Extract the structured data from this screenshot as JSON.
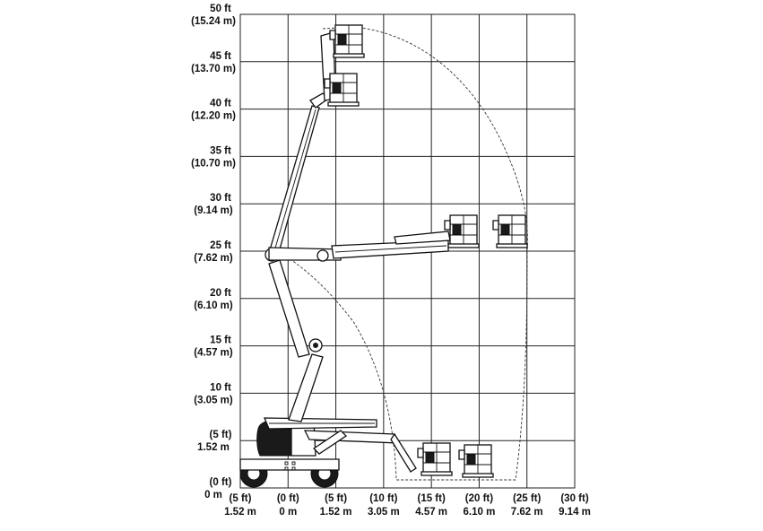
{
  "chart_data": {
    "type": "diagram",
    "y_ticks": [
      {
        "ft": "50 ft",
        "m": "(15.24 m)"
      },
      {
        "ft": "45 ft",
        "m": "(13.70 m)"
      },
      {
        "ft": "40 ft",
        "m": "(12.20 m)"
      },
      {
        "ft": "35 ft",
        "m": "(10.70 m)"
      },
      {
        "ft": "30 ft",
        "m": "(9.14 m)"
      },
      {
        "ft": "25 ft",
        "m": "(7.62 m)"
      },
      {
        "ft": "20 ft",
        "m": "(6.10 m)"
      },
      {
        "ft": "15 ft",
        "m": "(4.57 m)"
      },
      {
        "ft": "10 ft",
        "m": "(3.05 m)"
      },
      {
        "ft": "(5 ft)",
        "m": "1.52 m"
      },
      {
        "ft": "(0 ft)",
        "m": "0 m"
      }
    ],
    "x_ticks": [
      {
        "ft": "(5 ft)",
        "m": "1.52 m"
      },
      {
        "ft": "(0 ft)",
        "m": "0 m"
      },
      {
        "ft": "(5 ft)",
        "m": "1.52 m"
      },
      {
        "ft": "(10 ft)",
        "m": "3.05 m"
      },
      {
        "ft": "(15 ft)",
        "m": "4.57 m"
      },
      {
        "ft": "(20 ft)",
        "m": "6.10 m"
      },
      {
        "ft": "(25 ft)",
        "m": "7.62 m"
      },
      {
        "ft": "(30 ft)",
        "m": "9.14 m"
      }
    ],
    "colors": {
      "line": "#111111",
      "background": "#ffffff"
    }
  }
}
